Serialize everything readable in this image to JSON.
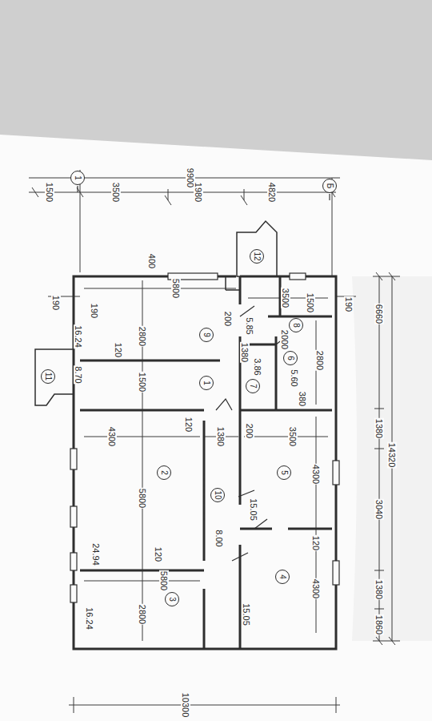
{
  "diagram": {
    "labels": [
      "1",
      "Б",
      "9900",
      "1500",
      "3500",
      "1980",
      "4820",
      "400",
      "190",
      "190",
      "5800",
      "12",
      "3500",
      "1500",
      "190",
      "200",
      "8",
      "5.85",
      "16.24",
      "2800",
      "9",
      "120",
      "1380",
      "2000",
      "6",
      "2800",
      "8.70",
      "11",
      "1500",
      "1",
      "7",
      "3.86",
      "5.60",
      "380",
      "4300",
      "120",
      "1380",
      "200",
      "3500",
      "2",
      "5",
      "4300",
      "5800",
      "10",
      "15.05",
      "8.00",
      "24.94",
      "120",
      "120",
      "5800",
      "4",
      "4300",
      "3",
      "2800",
      "16.24",
      "15.05",
      "6660",
      "14320",
      "1380",
      "3040",
      "1380",
      "1860",
      "10300"
    ]
  }
}
